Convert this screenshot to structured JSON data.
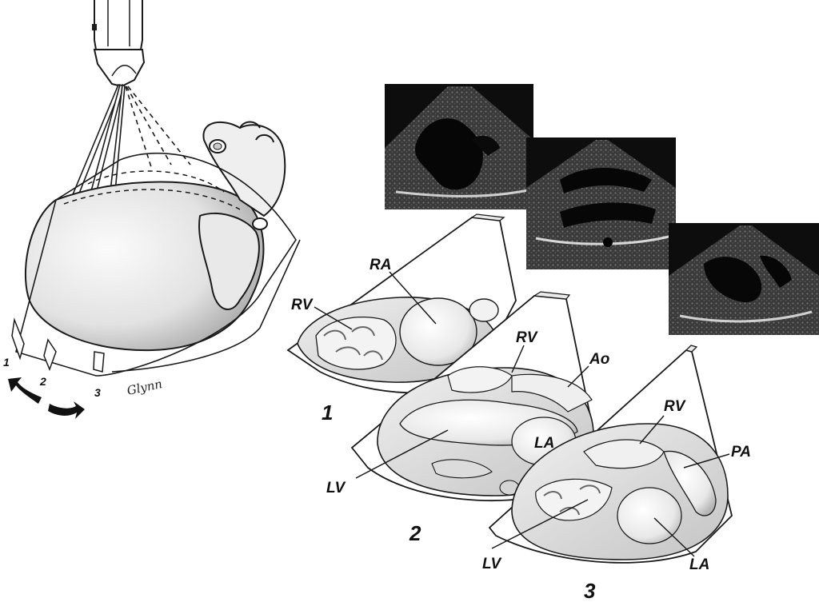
{
  "left_panel": {
    "plane_labels": [
      "1",
      "2",
      "3"
    ],
    "signature": "Glynn"
  },
  "sections": [
    {
      "number": "1",
      "labels": {
        "rv": "RV",
        "ra": "RA"
      }
    },
    {
      "number": "2",
      "labels": {
        "rv": "RV",
        "ao": "Ao",
        "la": "LA",
        "lv": "LV"
      }
    },
    {
      "number": "3",
      "labels": {
        "rv": "RV",
        "pa": "PA",
        "lv": "LV",
        "la": "LA"
      }
    }
  ],
  "colors": {
    "line": "#1a1a1a",
    "heart_fill": "#e6e6e6",
    "echo_background": "#0d0d0d"
  },
  "icons": [
    "ultrasound-probe-icon",
    "rotate-arrow-left-icon",
    "rotate-arrow-right-icon"
  ]
}
